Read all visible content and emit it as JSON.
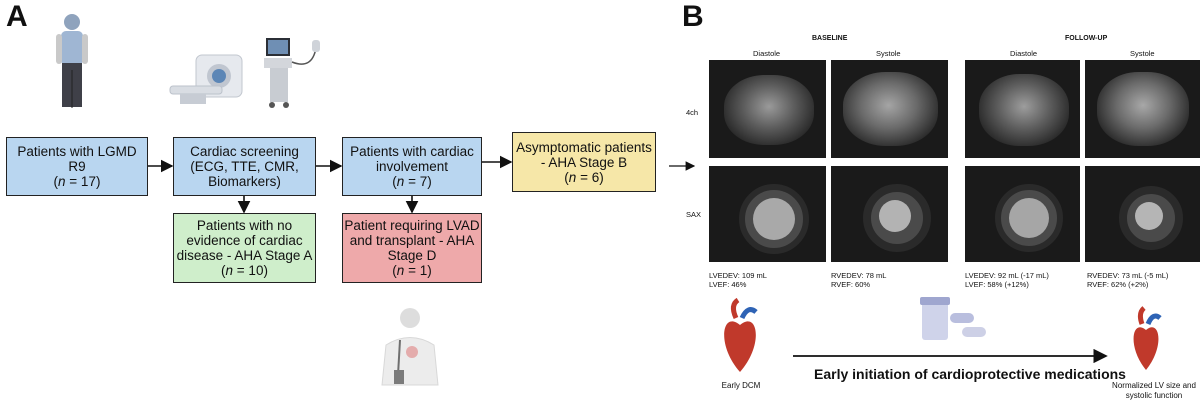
{
  "panel_a": {
    "letter": "A",
    "boxes": {
      "lgmd": {
        "line1": "Patients with LGMD R9",
        "n_prefix": "(",
        "n": "n",
        "n_suffix": " = 17)"
      },
      "screening": {
        "line1": "Cardiac screening",
        "line2": "(ECG, TTE, CMR,",
        "line3": "Biomarkers)"
      },
      "involvement": {
        "line1": "Patients with cardiac",
        "line2": "involvement",
        "n_prefix": "(",
        "n": "n",
        "n_suffix": " = 7)"
      },
      "asymptomatic": {
        "line1": "Asymptomatic patients",
        "line2": "- AHA Stage B",
        "n_prefix": "(",
        "n": "n",
        "n_suffix": " = 6)"
      },
      "no_evidence": {
        "line1": "Patients with no",
        "line2": "evidence of cardiac",
        "line3": "disease - AHA Stage A",
        "n_prefix": "(",
        "n": "n",
        "n_suffix": " = 10)"
      },
      "lvad": {
        "line1": "Patient requiring LVAD",
        "line2": "and transplant - AHA",
        "line3": "Stage D",
        "n_prefix": "(",
        "n": "n",
        "n_suffix": " = 1)"
      }
    }
  },
  "panel_b": {
    "letter": "B",
    "baseline_header": "BASELINE",
    "followup_header": "FOLLOW-UP",
    "col_labels": [
      "Diastole",
      "Systole",
      "Diastole",
      "Systole"
    ],
    "row_labels": [
      "4ch",
      "SAX"
    ],
    "measurements": {
      "baseline_lv": [
        "LVEDEV: 109 mL",
        "LVEF: 46%"
      ],
      "baseline_rv": [
        "RVEDEV: 78 mL",
        "RVEF: 60%"
      ],
      "followup_lv": [
        "LVEDEV: 92 mL (-17 mL)",
        "LVEF: 58% (+12%)"
      ],
      "followup_rv": [
        "RVEDEV: 73 mL (-5 mL)",
        "RVEF: 62% (+2%)"
      ]
    },
    "early_dcm": "Early DCM",
    "therapy_label": "Early initiation of cardioprotective medications",
    "outcome": [
      "Normalized LV size and",
      "systolic function"
    ]
  }
}
